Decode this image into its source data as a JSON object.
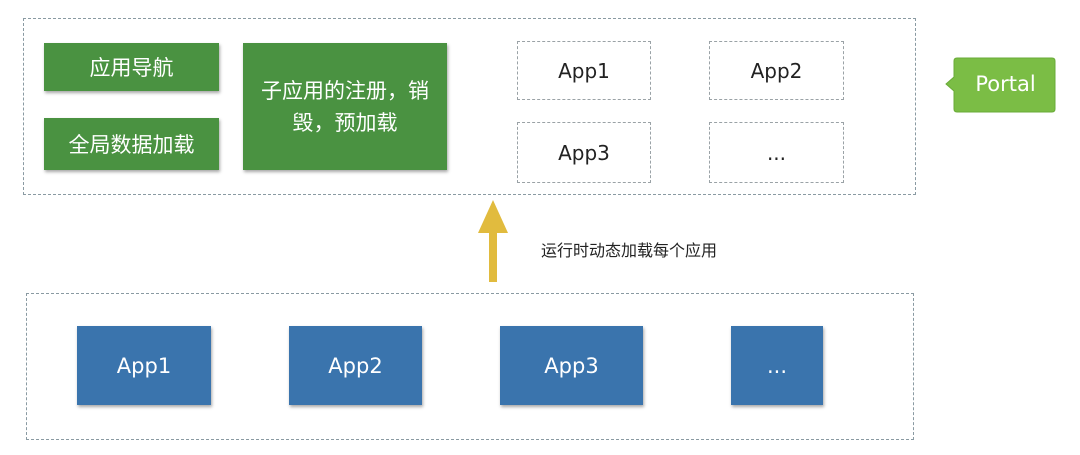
{
  "portal_layer": {
    "features": {
      "navigation": "应用导航",
      "global_data_loading": "全局数据加载",
      "lifecycle": "子应用的注册，销毁，预加载"
    },
    "slots": [
      "App1",
      "App2",
      "App3",
      "..."
    ],
    "badge": "Portal"
  },
  "arrow": {
    "label": "运行时动态加载每个应用",
    "color": "#e1bb3e"
  },
  "app_layer": {
    "apps": [
      "App1",
      "App2",
      "App3",
      "..."
    ]
  },
  "colors": {
    "feature_green": "#4a9241",
    "badge_green": "#7bbd45",
    "app_blue": "#3a74ad",
    "frame_border": "#8a9aa2"
  }
}
